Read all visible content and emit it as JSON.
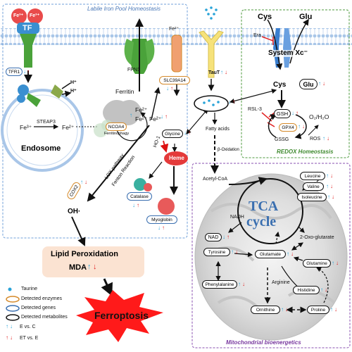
{
  "titles": {
    "labile_iron": "Labile Iron Pool Homeostasis",
    "redox": "REDOX Homeostasis",
    "mito": "Mitochondrial bioenergetics"
  },
  "iron": {
    "fe3_1": "Fe³⁺",
    "fe3_2": "Fe³⁺",
    "tf": "TF",
    "tfr1": "TFR1",
    "h1": "H⁺",
    "h2": "H⁺",
    "steap3": "STEAP3",
    "fe3_endo": "Fe³⁺",
    "fe2_endo": "Fe²⁺",
    "endosome": "Endosome",
    "fpn1": "FPN1",
    "ferritin": "Ferritin",
    "fe2_top": "Fe²⁺",
    "slc39a14": "SLC39A14",
    "fe2_a": "Fe²⁺",
    "fe2_b": "Fe²⁺",
    "fe2_c": "Fe²⁺",
    "ncoa4": "NCOA4",
    "ferritinophagy": "Ferritinophagy",
    "glycine": "Glycine",
    "heme": "Heme",
    "ho1": "HO-1",
    "cox2": "COX2",
    "lox": "LOX pathway",
    "fenton": "Fenton Reaction",
    "catalase": "Catalase",
    "myoglobin": "Myoglobin",
    "oh": "OH·",
    "lipid_perox": "Lipid Peroxidation",
    "mda": "MDA",
    "ferroptosis": "Ferroptosis"
  },
  "taurine": {
    "taut": "TauT",
    "fatty_acids": "Fatty acids",
    "beta_ox": "β-Oxidation",
    "acetyl_coa": "Acetyl-CoA"
  },
  "redox": {
    "cys_top": "Cys",
    "glu_top": "Glu",
    "era": "Era",
    "system_xc": "System Xc⁻",
    "cys": "Cys",
    "glu": "Glu",
    "rsl3": "RSL-3",
    "gsh": "GSH",
    "gpx4": "GPX4",
    "o2h2o": "O₂/H₂O",
    "gssg": "GSSG",
    "ros": "ROS"
  },
  "mito": {
    "tca1": "TCA",
    "tca2": "cycle",
    "nadh": "NADH",
    "nad": "NAD",
    "leucine": "Leucine",
    "valine": "Valine",
    "isoleucine": "Isoleucine",
    "oxoglutarate": "2-Oxo-glutarate",
    "tyrosine": "Tyrosine",
    "glutamate": "Glutamate",
    "glutamine": "Glutamine",
    "phenylalanine": "Phenylalanine",
    "arginine": "Arginine",
    "histidine": "Histidine",
    "ornithine": "Ornithine",
    "proline": "Proline"
  },
  "legend": {
    "taurine": "Taurine",
    "enzymes": "Detected enzymes",
    "genes": "Detected genes",
    "metabolites": "Detected metabolites",
    "e_vs_c": "E   vs.   C",
    "et_vs_e": "ET  vs.   E"
  },
  "colors": {
    "membrane": "#a9c6e8",
    "blue_arrow": "#29a3d8",
    "red_arrow": "#e02020",
    "iron_box": "#6f9fd8",
    "redox_box": "#4c9a3c",
    "mito_box": "#8a4fb0",
    "ferroptosis": "#ff1a1a",
    "lipid_box": "#fbe3d2"
  }
}
